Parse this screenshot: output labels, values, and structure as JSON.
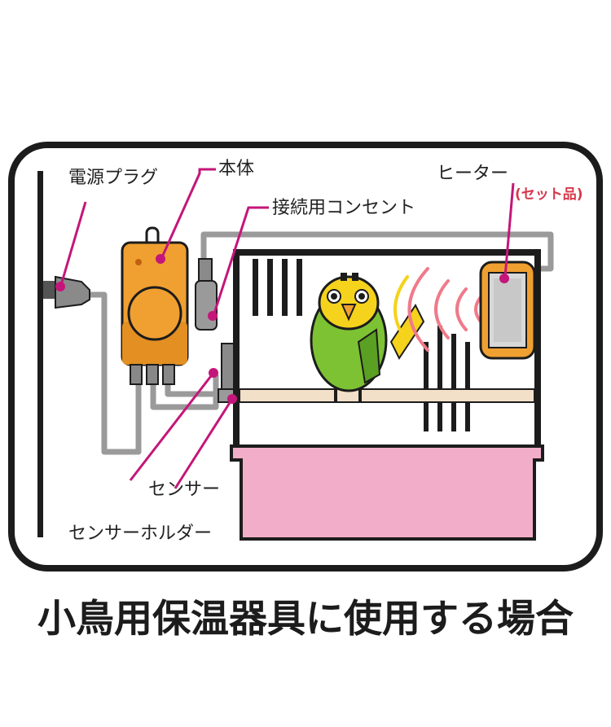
{
  "labels": {
    "power_plug": "電源プラグ",
    "main_unit": "本体",
    "outlet": "接続用コンセント",
    "heater": "ヒーター",
    "heater_note": "(セット品)",
    "sensor": "センサー",
    "sensor_holder": "センサーホルダー"
  },
  "caption": "小鳥用保温器具に使用する場合",
  "colors": {
    "leader": "#c4167a",
    "unit_orange": "#f0a030",
    "tray_pink": "#f2aec8",
    "bird_green": "#7cc233",
    "bird_yellow": "#f5d21c",
    "heat_wave": "#f07a8a",
    "cord_gray": "#9a9a9a",
    "frame": "#1c1c1c"
  },
  "icons": [
    "outlet-wall",
    "main-unit-box",
    "bird-cage",
    "parakeet",
    "panel-heater",
    "heat-waves",
    "sensor-clip"
  ]
}
